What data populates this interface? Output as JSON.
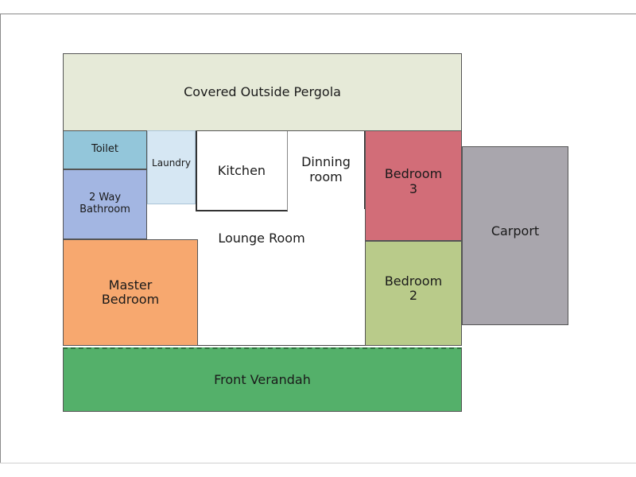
{
  "rooms": {
    "pergola": "Covered Outside Pergola",
    "toilet": "Toilet",
    "laundry": "Laundry",
    "kitchen": "Kitchen",
    "dining_line1": "Dinning",
    "dining_line2": "room",
    "bedroom3_line1": "Bedroom",
    "bedroom3_line2": "3",
    "bathroom_line1": "2 Way",
    "bathroom_line2": "Bathroom",
    "lounge": "Lounge Room",
    "carport": "Carport",
    "master_line1": "Master",
    "master_line2": "Bedroom",
    "bedroom2_line1": "Bedroom",
    "bedroom2_line2": "2",
    "verandah": "Front Verandah"
  },
  "colors": {
    "pergola": "#e6ead8",
    "toilet": "#93c6da",
    "bathroom": "#a3b6e2",
    "laundry": "#d6e7f3",
    "master": "#f7a86f",
    "bedroom3": "#d26d78",
    "bedroom2": "#b9cb8a",
    "carport": "#a9a6ad",
    "verandah": "#54b06a"
  }
}
